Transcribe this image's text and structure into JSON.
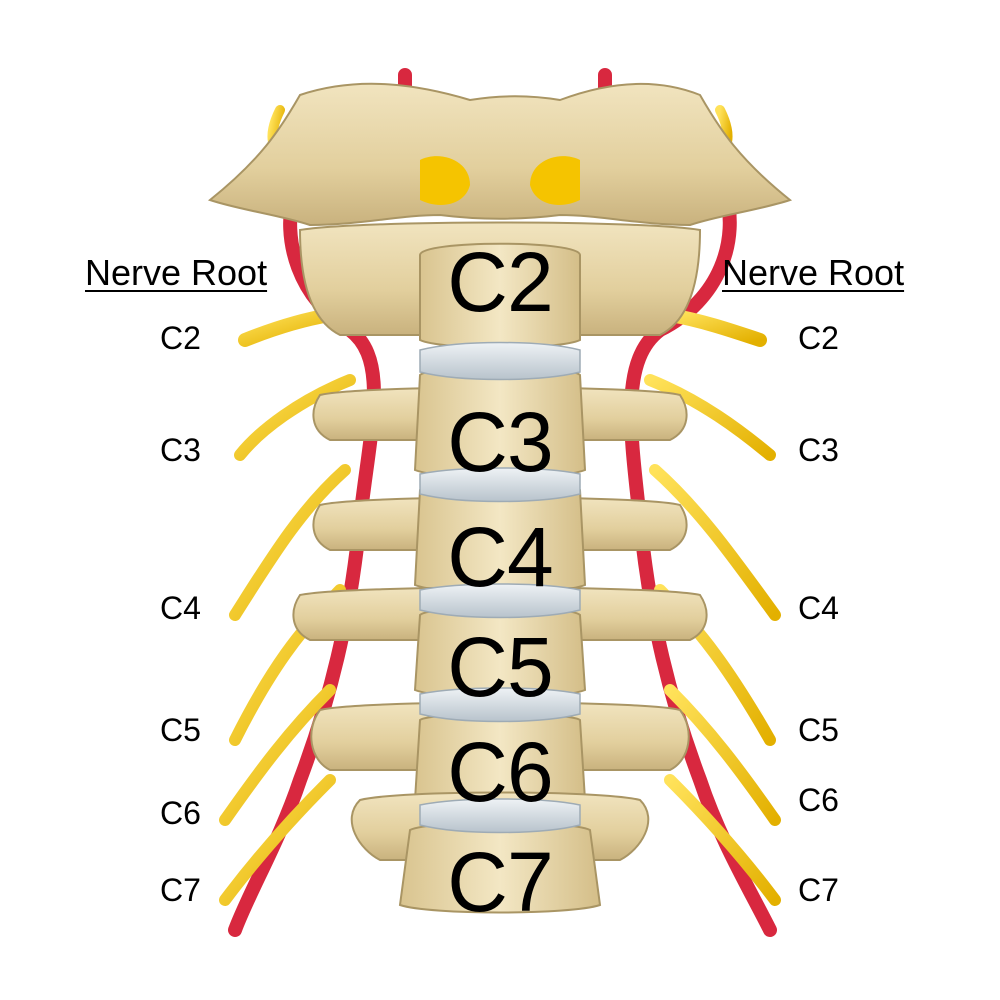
{
  "headers": {
    "left": "Nerve Root",
    "right": "Nerve Root"
  },
  "nerve_roots_left": [
    "C2",
    "C3",
    "C4",
    "C5",
    "C6",
    "C7"
  ],
  "nerve_roots_right": [
    "C2",
    "C3",
    "C4",
    "C5",
    "C6",
    "C7"
  ],
  "vertebrae": [
    "C2",
    "C3",
    "C4",
    "C5",
    "C6",
    "C7"
  ],
  "colors": {
    "bone": "#e6d6a8",
    "bone_shadow": "#b8a372",
    "disc": "#cfd8e0",
    "nerve": "#f2c200",
    "artery": "#d8283f"
  }
}
